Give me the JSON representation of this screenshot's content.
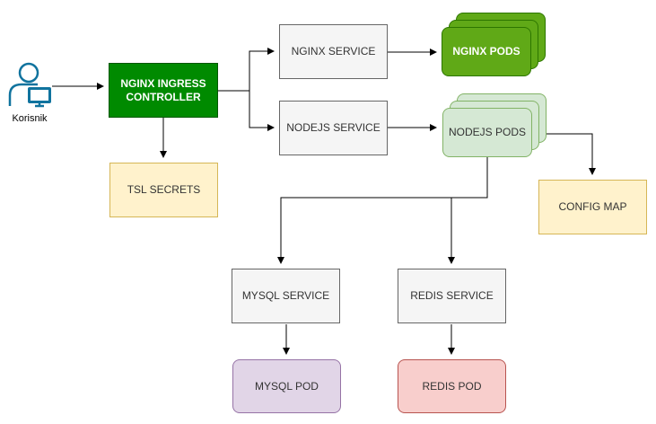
{
  "user": {
    "label": "Korisnik"
  },
  "nodes": {
    "ingress": "NGINX INGRESS CONTROLLER",
    "tls": "TSL SECRETS",
    "nginx_service": "NGINX SERVICE",
    "nginx_pods": "NGINX PODS",
    "nodejs_service": "NODEJS SERVICE",
    "nodejs_pods": "NODEJS PODS",
    "config_map": "CONFIG MAP",
    "mysql_service": "MYSQL SERVICE",
    "redis_service": "REDIS SERVICE",
    "mysql_pod": "MYSQL POD",
    "redis_pod": "REDIS POD"
  },
  "colors": {
    "ingress": "#008a00",
    "pod_stack_dark": "#60a917",
    "pod_stack_light": "#d5e8d4",
    "service": "#f5f5f5",
    "note": "#fff2cc",
    "mysql_pod": "#e1d5e7",
    "redis_pod": "#f8cecc",
    "user_icon": "#10739e"
  },
  "icons": {
    "user": "user-at-computer-icon"
  }
}
